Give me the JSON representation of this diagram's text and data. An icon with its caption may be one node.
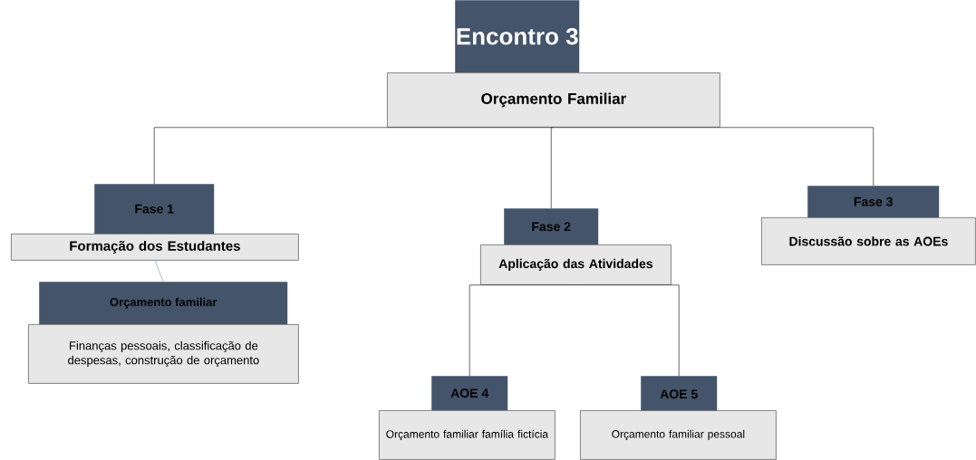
{
  "diagram": {
    "nodes": [
      {
        "text": [
          "Encontro 3",
          "Orçamento Familiar"
        ]
      },
      {
        "text": [
          "Fase 1",
          "Formação dos Estudantes"
        ]
      },
      {
        "text": [
          "Fase 2",
          "Aplicação das Atividades"
        ]
      },
      {
        "text": [
          "Fase 3",
          "Discussão sobre as AOEs"
        ]
      },
      {
        "text": [
          "Orçamento familiar",
          "Finanças pessoais, classificação de despesas, construção de orçamento"
        ]
      },
      {
        "text": [
          "AOE 4",
          "Orçamento familiar família fictícia"
        ]
      },
      {
        "text": [
          "AOE 5",
          "Orçamento familiar pessoal"
        ]
      }
    ],
    "edges": [
      {
        "from": 0,
        "to": 1,
        "arrow": "none"
      },
      {
        "from": 0,
        "to": 2,
        "arrow": "none"
      },
      {
        "from": 0,
        "to": 3,
        "arrow": "none"
      },
      {
        "from": 1,
        "to": 4,
        "arrow": "none",
        "color": "#8fb4c8"
      },
      {
        "from": 2,
        "to": 5,
        "arrow": "none"
      },
      {
        "from": 2,
        "to": 6,
        "arrow": "none"
      }
    ]
  }
}
